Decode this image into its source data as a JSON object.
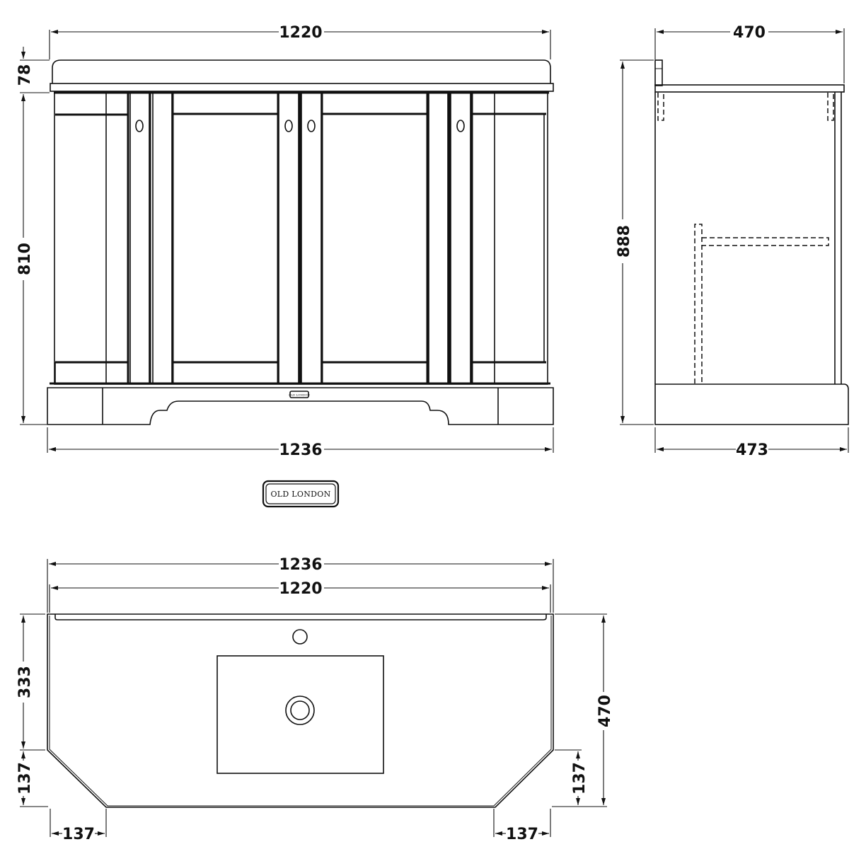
{
  "drawing": {
    "brand": "OLD LONDON",
    "units": "mm",
    "front_view": {
      "overall_top_width": "1220",
      "overall_base_width": "1236",
      "countertop_height": "78",
      "cabinet_height": "810"
    },
    "side_view": {
      "top_depth": "470",
      "base_depth": "473",
      "overall_height": "888"
    },
    "plan_view": {
      "outer_width": "1236",
      "inner_width": "1220",
      "rear_depth": "333",
      "total_depth": "470",
      "chamfer_left_depth": "137",
      "chamfer_right_depth": "137",
      "chamfer_left_width": "137",
      "chamfer_right_width": "137"
    },
    "logo_badge": {
      "label": "OLD LONDON"
    }
  }
}
